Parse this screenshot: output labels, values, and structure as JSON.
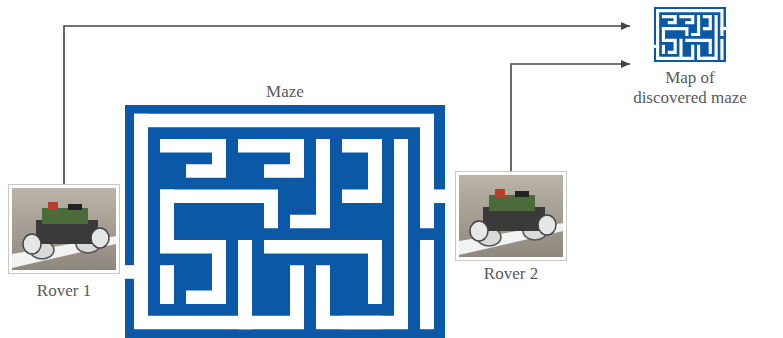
{
  "diagram": {
    "nodes": [
      {
        "text": [
          "Rover 1"
        ]
      },
      {
        "text": [
          "Maze"
        ]
      },
      {
        "text": [
          "Rover 2"
        ]
      },
      {
        "text": [
          "Map of discovered maze"
        ]
      }
    ],
    "edges": [
      {
        "from": 0,
        "to": 3,
        "arrow": "to"
      },
      {
        "from": 2,
        "to": 3,
        "arrow": "to"
      }
    ]
  }
}
